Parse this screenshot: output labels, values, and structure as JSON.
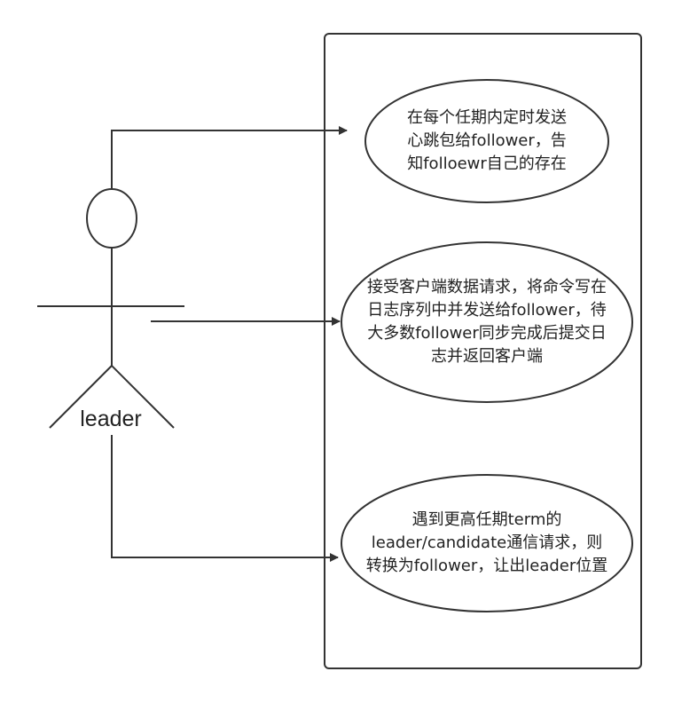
{
  "actor": {
    "label": "leader"
  },
  "use_cases": [
    {
      "id": "heartbeat",
      "text": "在每个任期内定时发送\n心跳包给follower，告\n知folloewr自己的存在"
    },
    {
      "id": "client-request",
      "text": "接受客户端数据请求，将命令写在\n日志序列中并发送给follower，待\n大多数follower同步完成后提交日\n志并返回客户端"
    },
    {
      "id": "step-down",
      "text": "遇到更高任期term的\nleader/candidate通信请求，则\n转换为follower，让出leader位置"
    }
  ],
  "colors": {
    "line": "#333333",
    "text": "#222222",
    "background": "#ffffff"
  }
}
